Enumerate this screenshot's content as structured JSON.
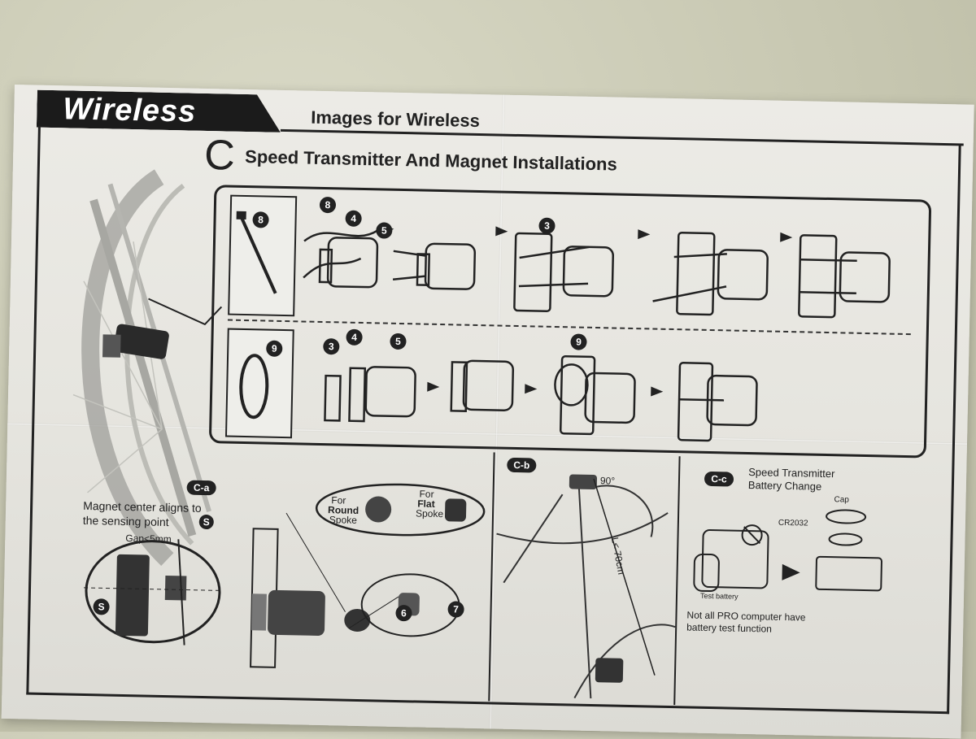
{
  "header": {
    "tab_label": "Wireless",
    "subtitle": "Images for Wireless"
  },
  "section": {
    "letter": "C",
    "title": "Speed Transmitter And Magnet Installations"
  },
  "part_numbers": [
    "8",
    "4",
    "5",
    "3",
    "9",
    "6",
    "7"
  ],
  "panel_a": {
    "badge": "C-a",
    "text_line1": "Magnet center aligns to",
    "text_line2": "the sensing point",
    "point_symbol": "S",
    "gap_label": "Gap<5mm",
    "round_spoke": [
      "For",
      "Round",
      "Spoke"
    ],
    "flat_spoke": [
      "For",
      "Flat",
      "Spoke"
    ]
  },
  "panel_b": {
    "badge": "C-b",
    "angle_label": "90°",
    "distance_label": "L< 70cm"
  },
  "panel_c": {
    "badge": "C-c",
    "title_line1": "Speed Transmitter",
    "title_line2": "Battery Change",
    "cap_label": "Cap",
    "battery_label": "CR2032",
    "test_label": "Test battery",
    "note_line1": "Not all PRO computer have",
    "note_line2": "battery test function"
  }
}
